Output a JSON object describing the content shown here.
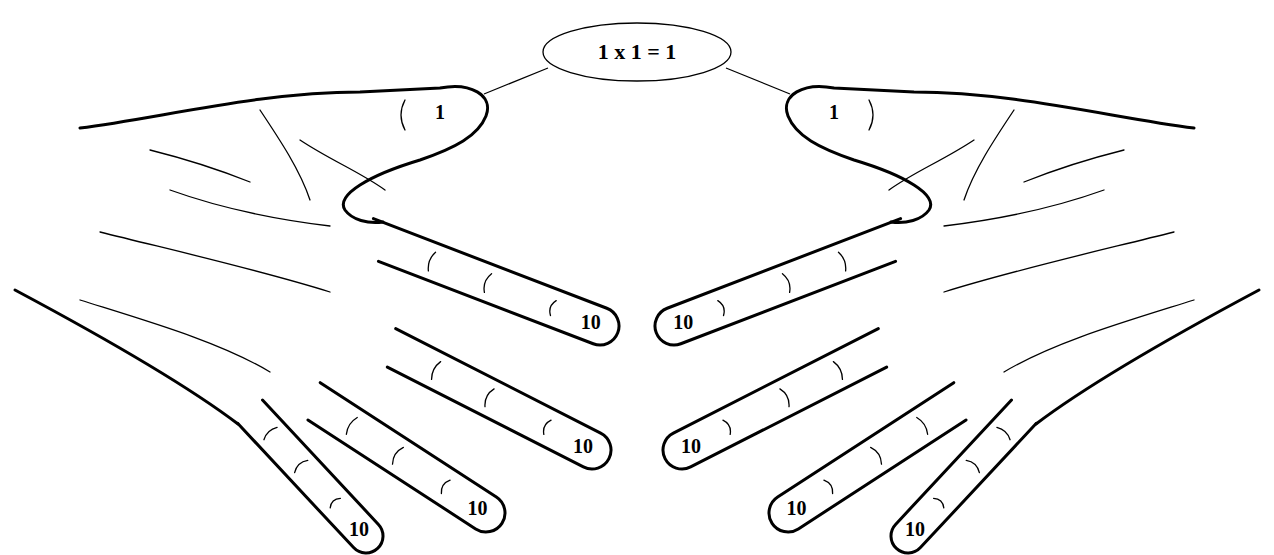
{
  "diagram": {
    "nodes": [
      {
        "text": [
          "1 x 1 = 1"
        ]
      }
    ],
    "labels": [
      "1",
      "1",
      "10",
      "10",
      "10",
      "10",
      "10",
      "10",
      "10",
      "10"
    ]
  }
}
